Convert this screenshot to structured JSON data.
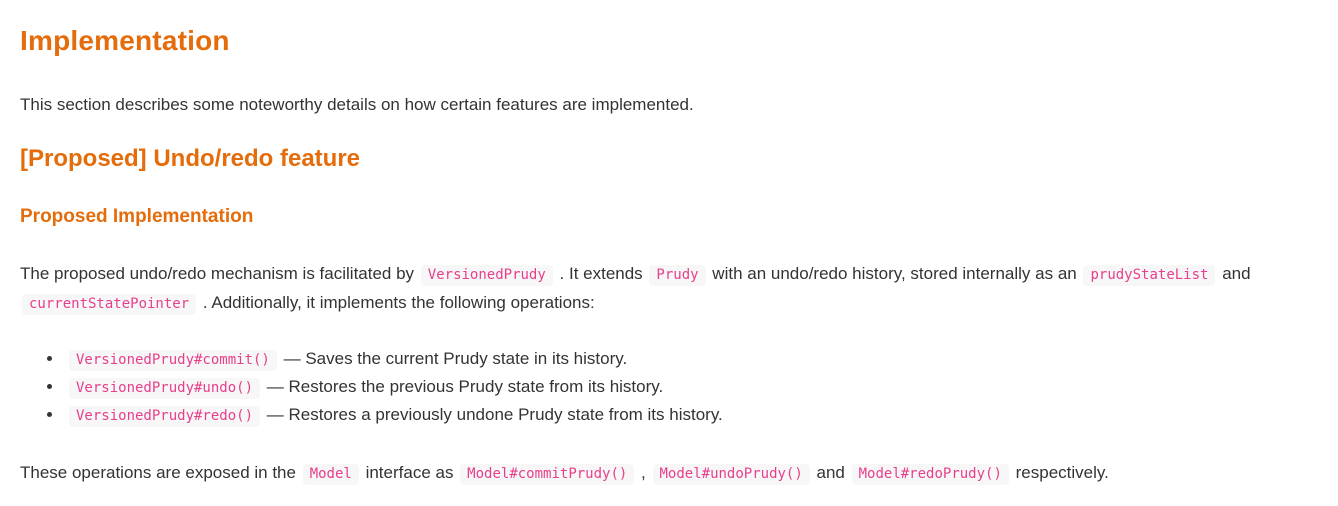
{
  "theme": {
    "page_bg": "#ffffff",
    "text_color": "#333333",
    "accent_orange": "#e46c0a",
    "code_pink": "#e83e8c",
    "code_bg": "#f7f7f8"
  },
  "content": {
    "h1": "Implementation",
    "intro": "This section describes some noteworthy details on how certain features are implemented.",
    "h2": "[Proposed] Undo/redo feature",
    "h3": "Proposed Implementation",
    "paragraph1": [
      {
        "t": "text",
        "v": "The proposed undo/redo mechanism is facilitated by "
      },
      {
        "t": "code",
        "v": "VersionedPrudy"
      },
      {
        "t": "text",
        "v": " . It extends "
      },
      {
        "t": "code",
        "v": "Prudy"
      },
      {
        "t": "text",
        "v": " with an undo/redo history, stored internally as an "
      },
      {
        "t": "code",
        "v": "prudyStateList"
      },
      {
        "t": "text",
        "v": " and "
      },
      {
        "t": "code",
        "v": "currentStatePointer"
      },
      {
        "t": "text",
        "v": " . Additionally, it implements the following operations:"
      }
    ],
    "bullets": [
      [
        {
          "t": "code",
          "v": "VersionedPrudy#commit()"
        },
        {
          "t": "text",
          "v": " — Saves the current Prudy state in its history."
        }
      ],
      [
        {
          "t": "code",
          "v": "VersionedPrudy#undo()"
        },
        {
          "t": "text",
          "v": " — Restores the previous Prudy state from its history."
        }
      ],
      [
        {
          "t": "code",
          "v": "VersionedPrudy#redo()"
        },
        {
          "t": "text",
          "v": " — Restores a previously undone Prudy state from its history."
        }
      ]
    ],
    "paragraph2": [
      {
        "t": "text",
        "v": "These operations are exposed in the "
      },
      {
        "t": "code",
        "v": "Model"
      },
      {
        "t": "text",
        "v": " interface as "
      },
      {
        "t": "code",
        "v": "Model#commitPrudy()"
      },
      {
        "t": "text",
        "v": " , "
      },
      {
        "t": "code",
        "v": "Model#undoPrudy()"
      },
      {
        "t": "text",
        "v": " and "
      },
      {
        "t": "code",
        "v": "Model#redoPrudy()"
      },
      {
        "t": "text",
        "v": " respectively."
      }
    ]
  }
}
